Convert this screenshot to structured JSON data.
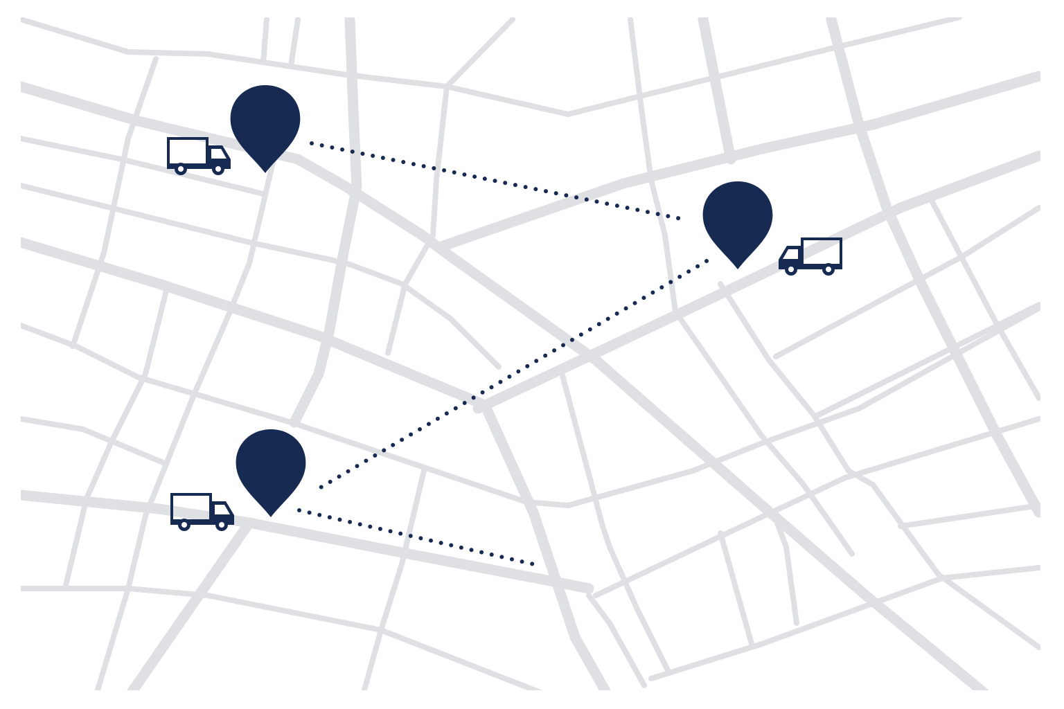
{
  "map": {
    "background_color": "#ffffff",
    "road_color": "#dfe0e3",
    "marker_color": "#172a52",
    "markers": [
      {
        "icon": "map-pin-icon"
      },
      {
        "icon": "map-pin-icon"
      },
      {
        "icon": "map-pin-icon"
      }
    ],
    "vehicles": [
      {
        "icon": "delivery-truck-icon",
        "facing": "right"
      },
      {
        "icon": "delivery-truck-icon",
        "facing": "left"
      },
      {
        "icon": "delivery-truck-icon",
        "facing": "right"
      }
    ],
    "routes": [
      {
        "style": "dotted"
      },
      {
        "style": "dotted"
      },
      {
        "style": "dotted"
      }
    ]
  }
}
